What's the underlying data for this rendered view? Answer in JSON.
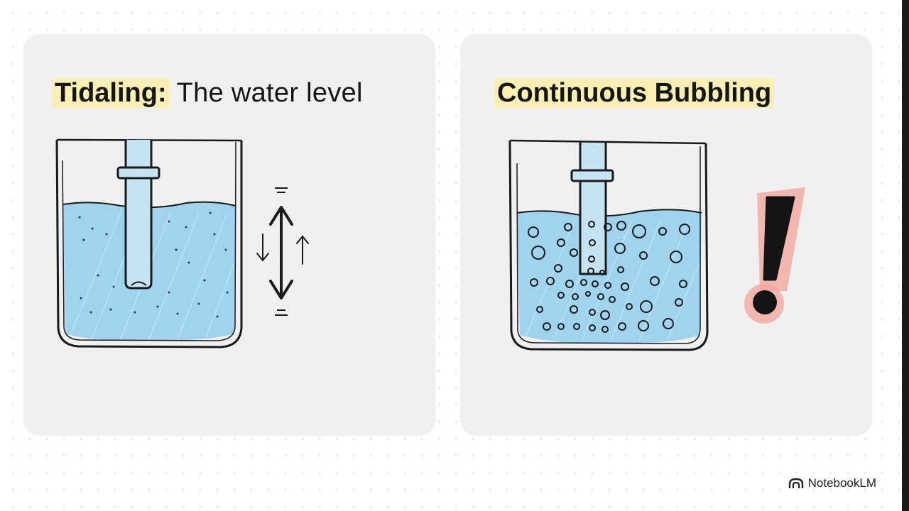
{
  "panels": [
    {
      "highlight": "Tidaling:",
      "text": "The water level",
      "icons": [
        "jar-with-tube",
        "up-down-arrow"
      ]
    },
    {
      "highlight": "Continuous Bubbling",
      "text": "",
      "icons": [
        "jar-with-bubbles",
        "exclamation-mark"
      ]
    }
  ],
  "brand": {
    "name": "NotebookLM",
    "icon": "notebooklm-logo-icon"
  },
  "colors": {
    "panel_bg": "#f0f0f0",
    "highlight": "#fbf0b3",
    "water": "#9fd3ee",
    "exclamation_glow": "#f2a49a"
  }
}
